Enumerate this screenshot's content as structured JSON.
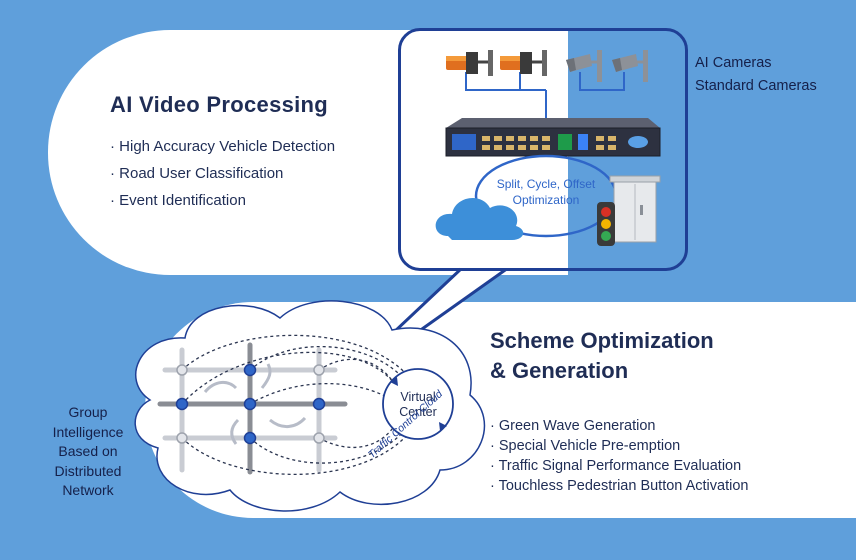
{
  "ai_video": {
    "title": "AI Video Processing",
    "bullets": [
      "· High Accuracy Vehicle Detection",
      "· Road User Classification",
      "· Event Identification"
    ]
  },
  "camera_legend": {
    "ai": "AI Cameras",
    "standard": "Standard Cameras"
  },
  "panel": {
    "optimization_line1": "Split, Cycle, Offset",
    "optimization_line2": "Optimization"
  },
  "scheme": {
    "title_line1": "Scheme Optimization",
    "title_line2": "& Generation",
    "bullets": [
      "· Green Wave Generation",
      "· Special Vehicle Pre-emption",
      "· Traffic Signal Performance Evaluation",
      "· Touchless Pedestrian Button Activation"
    ]
  },
  "network": {
    "virtual_center_line1": "Virtual",
    "virtual_center_line2": "Center",
    "cloud_label": "Traffic Control Cloud"
  },
  "group_label": [
    "Group",
    "Intelligence",
    "Based on",
    "Distributed",
    "Network"
  ],
  "colors": {
    "background": "#5f9fdb",
    "navy": "#1f3f95",
    "text": "#1f2d55",
    "node": "#2f66c8",
    "cloud": "#3d8fd9"
  }
}
